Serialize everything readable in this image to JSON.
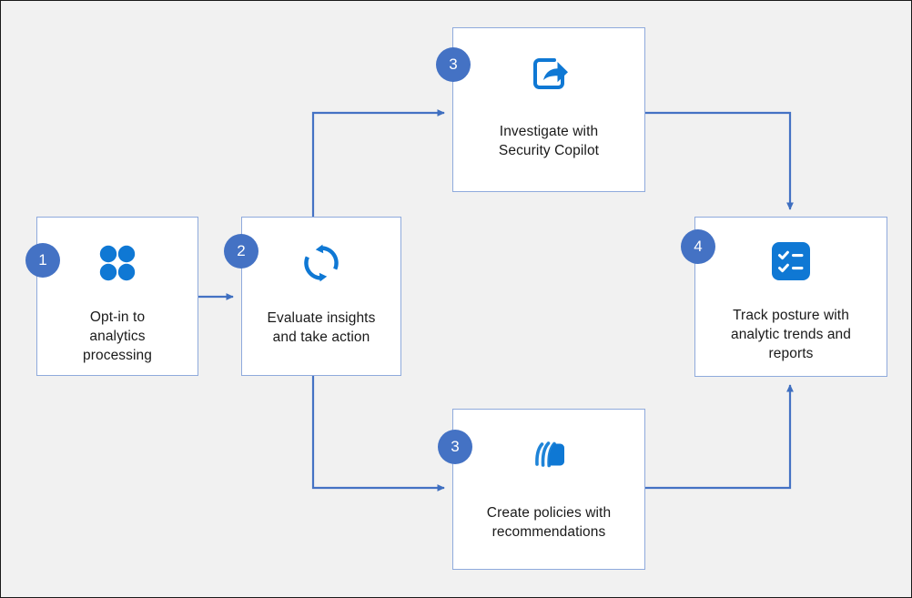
{
  "diagram": {
    "background_color": "#f1f1f1",
    "border_color": "#1a1a1a",
    "node_border_color": "#8faadc",
    "badge_color": "#4472c4",
    "icon_color": "#0f78d4",
    "connector_color": "#4472c4",
    "nodes": [
      {
        "id": "node-1",
        "badge": "1",
        "icon": "four-dots-grid-icon",
        "label": "Opt-in to\nanalytics\nprocessing"
      },
      {
        "id": "node-2",
        "badge": "2",
        "icon": "sync-refresh-icon",
        "label": "Evaluate insights\nand take action"
      },
      {
        "id": "node-3a",
        "badge": "3",
        "icon": "share-export-icon",
        "label": "Investigate with\nSecurity Copilot"
      },
      {
        "id": "node-3b",
        "badge": "3",
        "icon": "stacked-layers-icon",
        "label": "Create policies with\nrecommendations"
      },
      {
        "id": "node-4",
        "badge": "4",
        "icon": "checklist-icon",
        "label": "Track posture with\nanalytic trends and\nreports"
      }
    ],
    "connectors": [
      {
        "from": "node-1",
        "to": "node-2",
        "direction": "right"
      },
      {
        "from": "node-2",
        "to": "node-3a",
        "direction": "up-then-right"
      },
      {
        "from": "node-2",
        "to": "node-3b",
        "direction": "down-then-right"
      },
      {
        "from": "node-3a",
        "to": "node-4",
        "direction": "right-then-down"
      },
      {
        "from": "node-3b",
        "to": "node-4",
        "direction": "right-then-up"
      }
    ]
  }
}
